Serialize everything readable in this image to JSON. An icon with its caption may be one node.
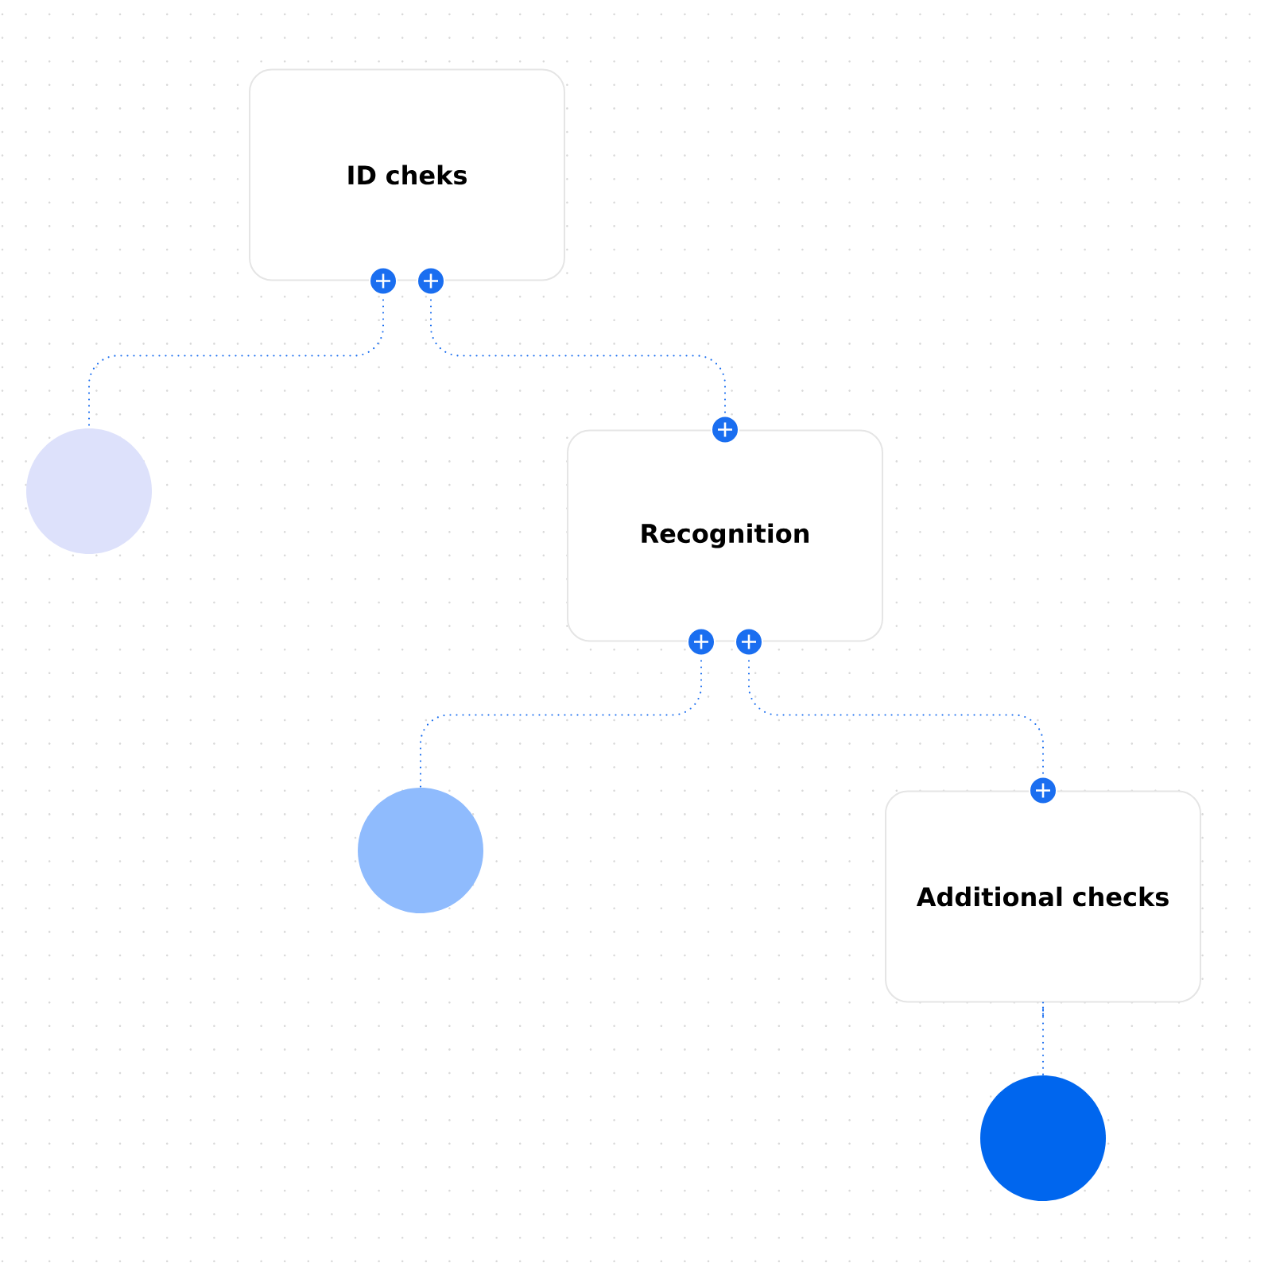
{
  "diagram": {
    "nodes": [
      {
        "text": [
          "ID cheks"
        ]
      },
      {
        "text": [],
        "shape": "circle"
      },
      {
        "text": [
          "Recognition"
        ]
      },
      {
        "text": [],
        "shape": "circle"
      },
      {
        "text": [
          "Additional checks"
        ]
      },
      {
        "text": [],
        "shape": "circle"
      }
    ],
    "edges": [
      {
        "from": 0,
        "to": 1,
        "arrow": "other",
        "style": "dashed"
      },
      {
        "from": 0,
        "to": 2,
        "arrow": "other",
        "style": "dashed"
      },
      {
        "from": 2,
        "to": 3,
        "arrow": "other",
        "style": "dashed"
      },
      {
        "from": 2,
        "to": 4,
        "arrow": "other",
        "style": "dashed"
      },
      {
        "from": 4,
        "to": 5,
        "arrow": "none",
        "style": "dashed"
      }
    ]
  }
}
